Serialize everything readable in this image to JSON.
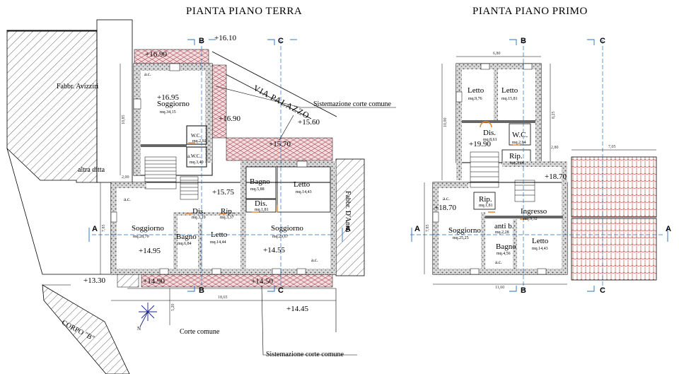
{
  "titles": {
    "ground": "PIANTA PIANO TERRA",
    "first": "PIANTA PIANO PRIMO"
  },
  "ground": {
    "rooms": [
      {
        "name": "Soggiorno",
        "area": "mq.34,15"
      },
      {
        "name": "W.C.",
        "area": "mq.2,92"
      },
      {
        "name": "a.W.C.",
        "area": "mq.3,40"
      },
      {
        "name": "Bagno",
        "area": "mq.5,88"
      },
      {
        "name": "Letto",
        "area": "mq.14,43"
      },
      {
        "name": "Dis.",
        "area": "mq.3,19"
      },
      {
        "name": "Rip.",
        "area": "mq.3,37"
      },
      {
        "name": "Dis.",
        "area": "mq.1,81"
      },
      {
        "name": "Soggiorno",
        "area": "mq.28,70"
      },
      {
        "name": "Bagno",
        "area": "mq.6,84"
      },
      {
        "name": "Letto",
        "area": "mq.14,44"
      },
      {
        "name": "Soggiorno",
        "area": "mq.29,67"
      }
    ],
    "elevations": [
      "+16.10",
      "+16.90",
      "+16.95",
      "+16.90",
      "+15.60",
      "+15.70",
      "+15.75",
      "+14.95",
      "+14.55",
      "+13.30",
      "+14.90",
      "+14.50",
      "+14.45"
    ],
    "labels": {
      "neighbor": "Fabbr. Avizziri",
      "other": "altra ditta",
      "street": "VIA PALAZZO",
      "court_top": "Sistemazione corte comune",
      "court_bottom": "Sistemazione corte comune",
      "court": "Corte comune",
      "corpo": "CORPO \"B\"",
      "fabbr_right": "Fabbr. D'Anna",
      "ac1": "a.c.",
      "ac2": "a.c.",
      "ac3": "a.c.",
      "north": "N"
    },
    "dims": {
      "total": "18,65",
      "height": "7,85",
      "depth": "10,85",
      "gap": "2,00",
      "court_h": "5,20"
    }
  },
  "first": {
    "rooms": [
      {
        "name": "Letto",
        "area": "mq.9,76"
      },
      {
        "name": "Letto",
        "area": "mq.15,81"
      },
      {
        "name": "Dis.",
        "area": "mq.8,61"
      },
      {
        "name": "W.C.",
        "area": "mq.2,94"
      },
      {
        "name": "Rip.",
        "area": "mq.3,44"
      },
      {
        "name": "Rip.",
        "area": "mq.1,81"
      },
      {
        "name": "Ingresso",
        "area": "mq.9,32"
      },
      {
        "name": "Soggiorno",
        "area": "mq.25,25"
      },
      {
        "name": "anti b.",
        "area": "mq.2,28"
      },
      {
        "name": "Bagno",
        "area": "mq.4,56"
      },
      {
        "name": "Letto",
        "area": "mq.14,43"
      }
    ],
    "elevations": [
      "+19.90",
      "+18.70",
      "+18.70"
    ],
    "labels": {
      "ac1": "a.c.",
      "ac2": "a.c."
    },
    "dims": {
      "top": "6,80",
      "total": "11,60",
      "right": "7,05",
      "gap": "2,80",
      "h1": "10,00",
      "h2": "8,25",
      "h3": "7,85"
    }
  },
  "sections": {
    "a": "A",
    "b": "B",
    "c": "C"
  }
}
